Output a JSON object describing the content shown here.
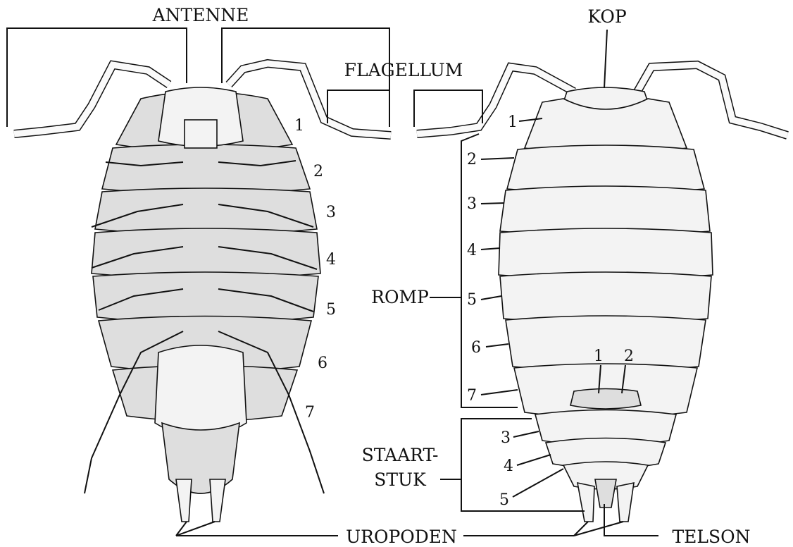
{
  "labels": {
    "antenne": "ANTENNE",
    "kop": "KOP",
    "flagellum": "FLAGELLUM",
    "romp": "ROMP",
    "staartstuk_1": "STAART-",
    "staartstuk_2": "STUK",
    "uropoden": "UROPODEN",
    "telson": "TELSON"
  },
  "ventral_segment_numbers": [
    "1",
    "2",
    "3",
    "4",
    "5",
    "6",
    "7"
  ],
  "dorsal_thorax_numbers": [
    "1",
    "2",
    "3",
    "4",
    "5",
    "6",
    "7"
  ],
  "dorsal_pleon_numbers": [
    "1",
    "2",
    "3",
    "4",
    "5"
  ]
}
